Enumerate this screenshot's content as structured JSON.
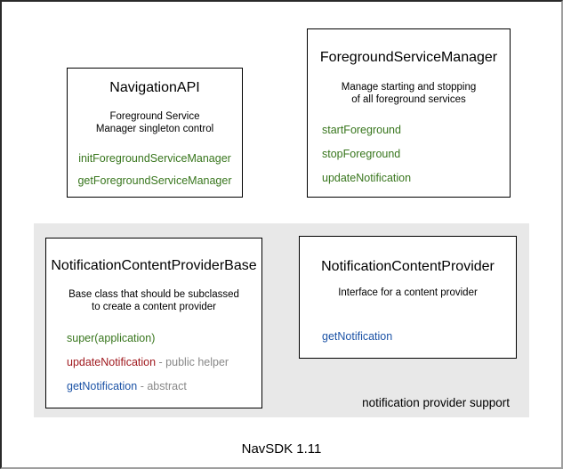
{
  "page": {
    "footer_label": "NavSDK 1.11"
  },
  "colors": {
    "method_green": "#38761d",
    "method_red": "#a01a1f",
    "method_blue": "#1c53a6",
    "suffix_gray": "#888888",
    "panel_background": "#e8e8e8",
    "box_border": "#000000"
  },
  "panel": {
    "caption": "notification provider support"
  },
  "boxes": {
    "navigation_api": {
      "title": "NavigationAPI",
      "description": [
        "Foreground Service",
        "Manager singleton control"
      ],
      "methods": [
        {
          "label": "initForegroundServiceManager",
          "color": "green"
        },
        {
          "label": "getForegroundServiceManager",
          "color": "green"
        }
      ]
    },
    "foreground_service_manager": {
      "title": "ForegroundServiceManager",
      "description": [
        "Manage starting and stopping",
        "of all foreground services"
      ],
      "methods": [
        {
          "label": "startForeground",
          "color": "green"
        },
        {
          "label": "stopForeground",
          "color": "green"
        },
        {
          "label": "updateNotification",
          "color": "green"
        }
      ]
    },
    "notification_content_provider_base": {
      "title": "NotificationContentProviderBase",
      "description": [
        "Base class that should be subclassed",
        "to create a content provider"
      ],
      "methods": [
        {
          "label": "super(application)",
          "color": "green",
          "suffix": ""
        },
        {
          "label": "updateNotification",
          "color": "red",
          "suffix": " - public helper"
        },
        {
          "label": "getNotification",
          "color": "blue",
          "suffix": " - abstract"
        }
      ]
    },
    "notification_content_provider": {
      "title": "NotificationContentProvider",
      "description": [
        "Interface for a content provider"
      ],
      "methods": [
        {
          "label": "getNotification",
          "color": "blue"
        }
      ]
    }
  }
}
